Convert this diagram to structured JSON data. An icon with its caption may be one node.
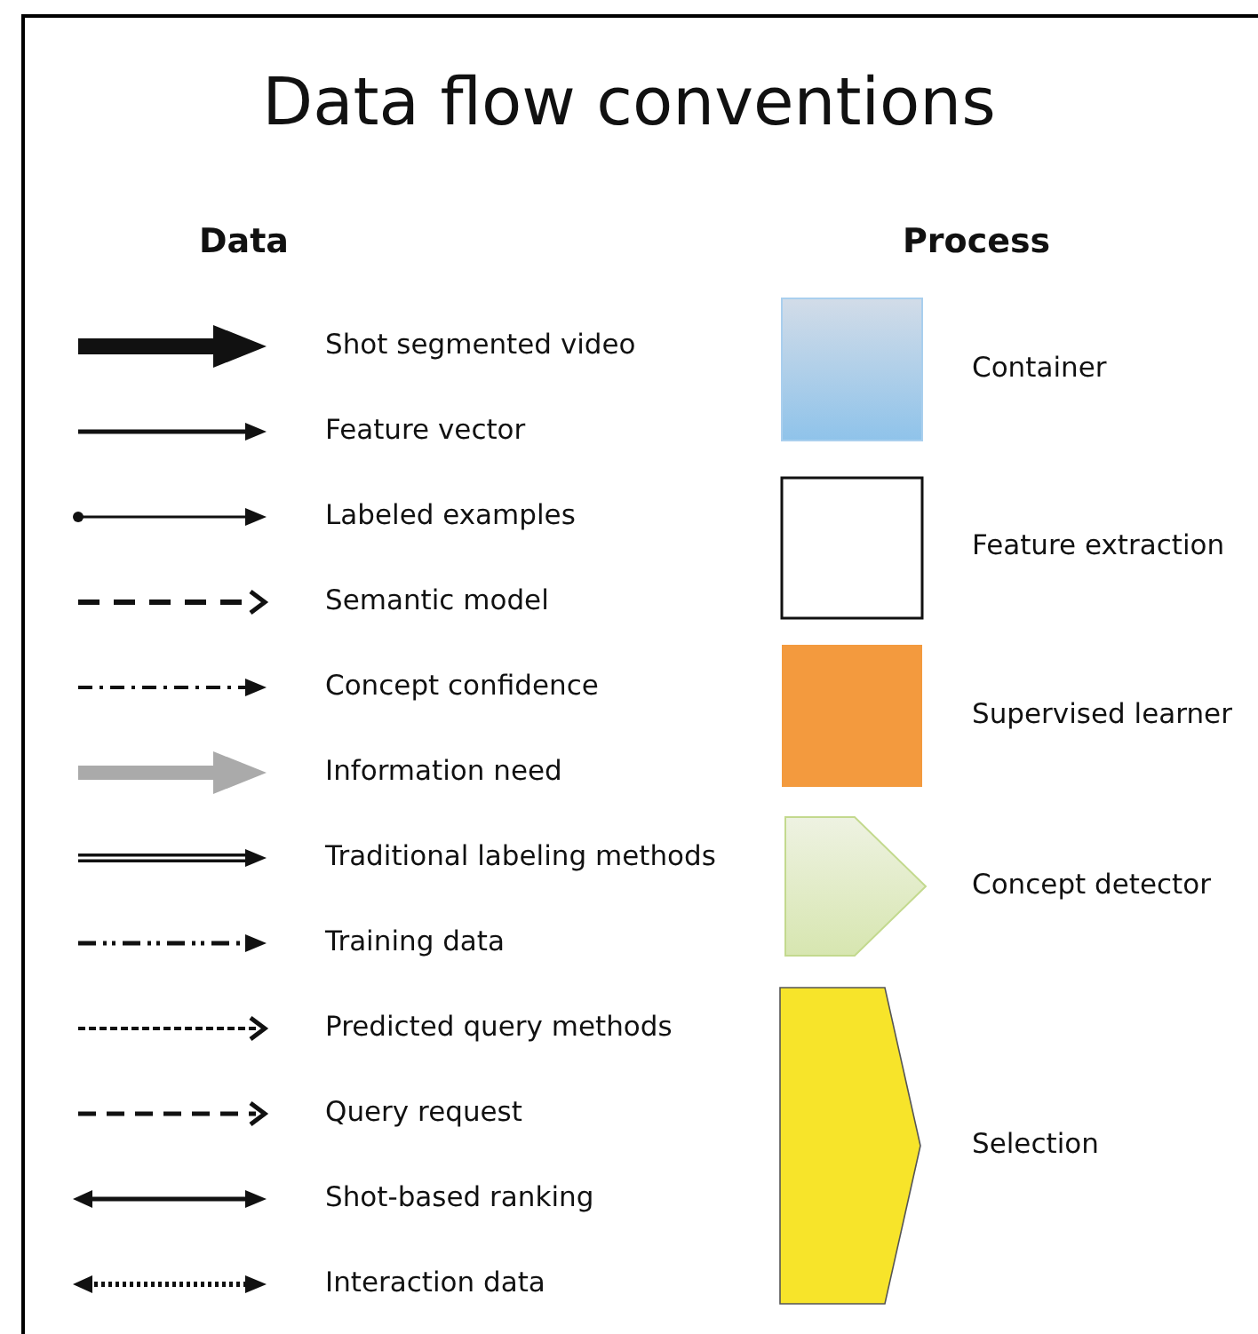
{
  "diagram": {
    "title": "Data flow conventions",
    "labels": [
      "Data",
      "Process"
    ],
    "legend": [
      {
        "text": "Shot segmented video"
      },
      {
        "text": "Feature vector"
      },
      {
        "text": "Labeled examples"
      },
      {
        "text": "Semantic model"
      },
      {
        "text": "Concept confidence"
      },
      {
        "text": "Information need"
      },
      {
        "text": "Traditional labeling methods"
      },
      {
        "text": "Training data"
      },
      {
        "text": "Predicted query methods"
      },
      {
        "text": "Query request"
      },
      {
        "text": "Shot-based ranking"
      },
      {
        "text": "Interaction data"
      },
      {
        "text": "Container"
      },
      {
        "text": "Feature extraction"
      },
      {
        "text": "Supervised learner",
        "color": "#f39a3e"
      },
      {
        "text": "Concept detector"
      },
      {
        "text": "Selection"
      }
    ]
  }
}
